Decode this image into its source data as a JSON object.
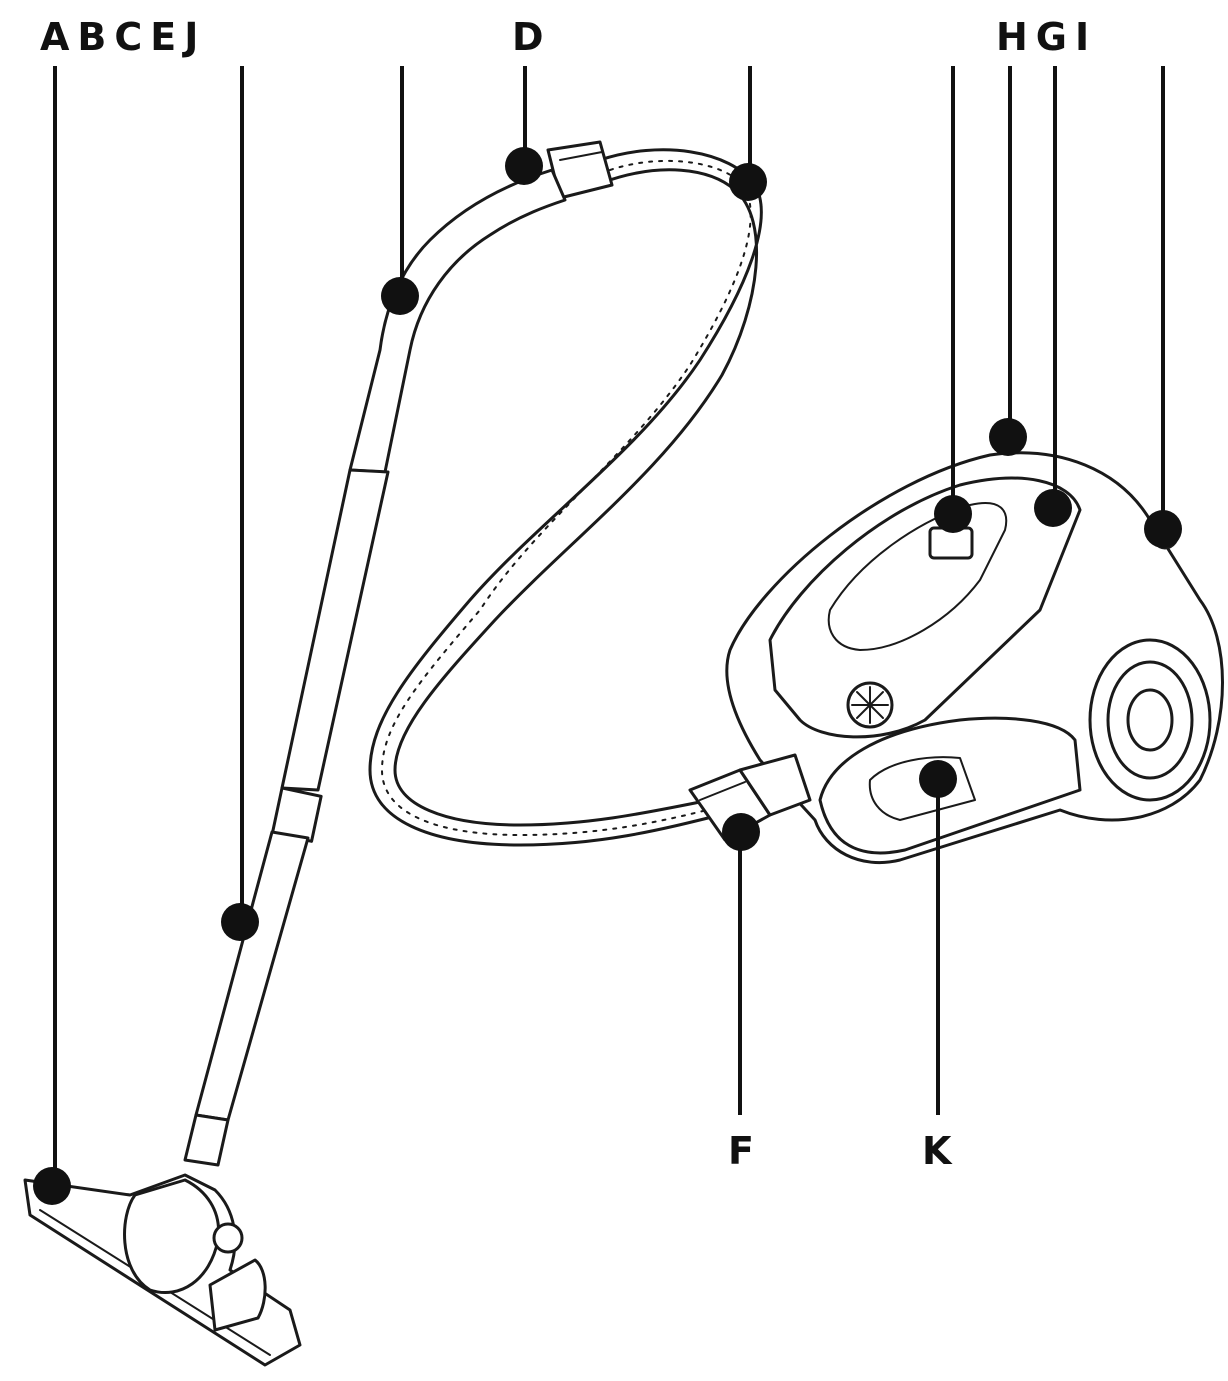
{
  "labels": {
    "top_left_group": "ABCEJ",
    "top_center": "D",
    "top_right_group": "HGI",
    "bottom_f": "F",
    "bottom_k": "K"
  },
  "colors": {
    "ink": "#111111",
    "background": "#ffffff"
  }
}
